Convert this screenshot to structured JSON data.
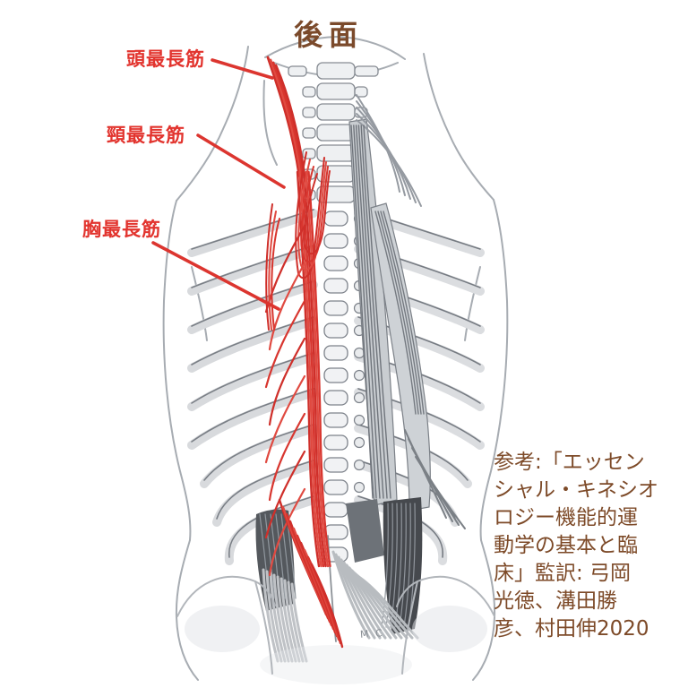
{
  "title": "後面",
  "labels": {
    "capitis": "頭最長筋",
    "cervicis": "頸最長筋",
    "thoracis": "胸最長筋"
  },
  "reference": {
    "text": "参考:「エッセン\nシャル・キネシオ\nロジー機能的運\n動学の基本と臨\n床」監訳: 弓岡\n光徳、溝田勝\n彦、村田伸2020"
  },
  "signature": "M C",
  "colors": {
    "label_red": "#e2342e",
    "muscle_red": "#d4362e",
    "text_brown": "#7d4a28",
    "sketch_gray": "#a7acb2",
    "dark_muscle": "#46494e"
  }
}
